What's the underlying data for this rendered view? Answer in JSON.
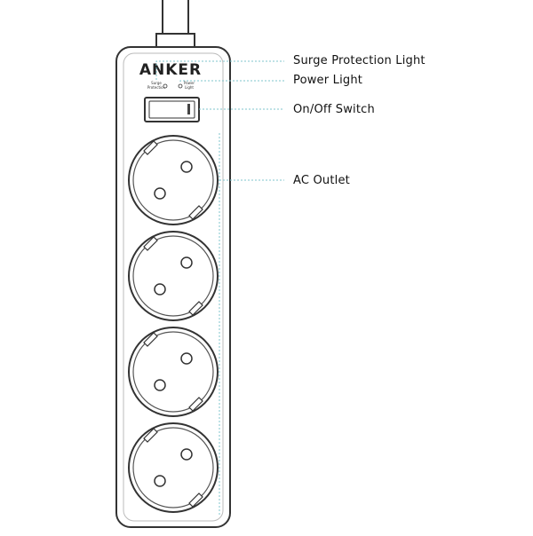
{
  "brand": "ANKER",
  "indicators": {
    "surge_text": [
      "Surge",
      "Protection"
    ],
    "power_text": [
      "Power",
      "Light"
    ]
  },
  "callouts": {
    "surge_protection_light": "Surge Protection Light",
    "power_light": "Power Light",
    "on_off_switch": "On/Off Switch",
    "ac_outlet": "AC Outlet"
  },
  "outlet_count": 4,
  "colors": {
    "outline": "#333333",
    "leader_line": "#7fc4cc",
    "switch_accent": "#444444"
  }
}
